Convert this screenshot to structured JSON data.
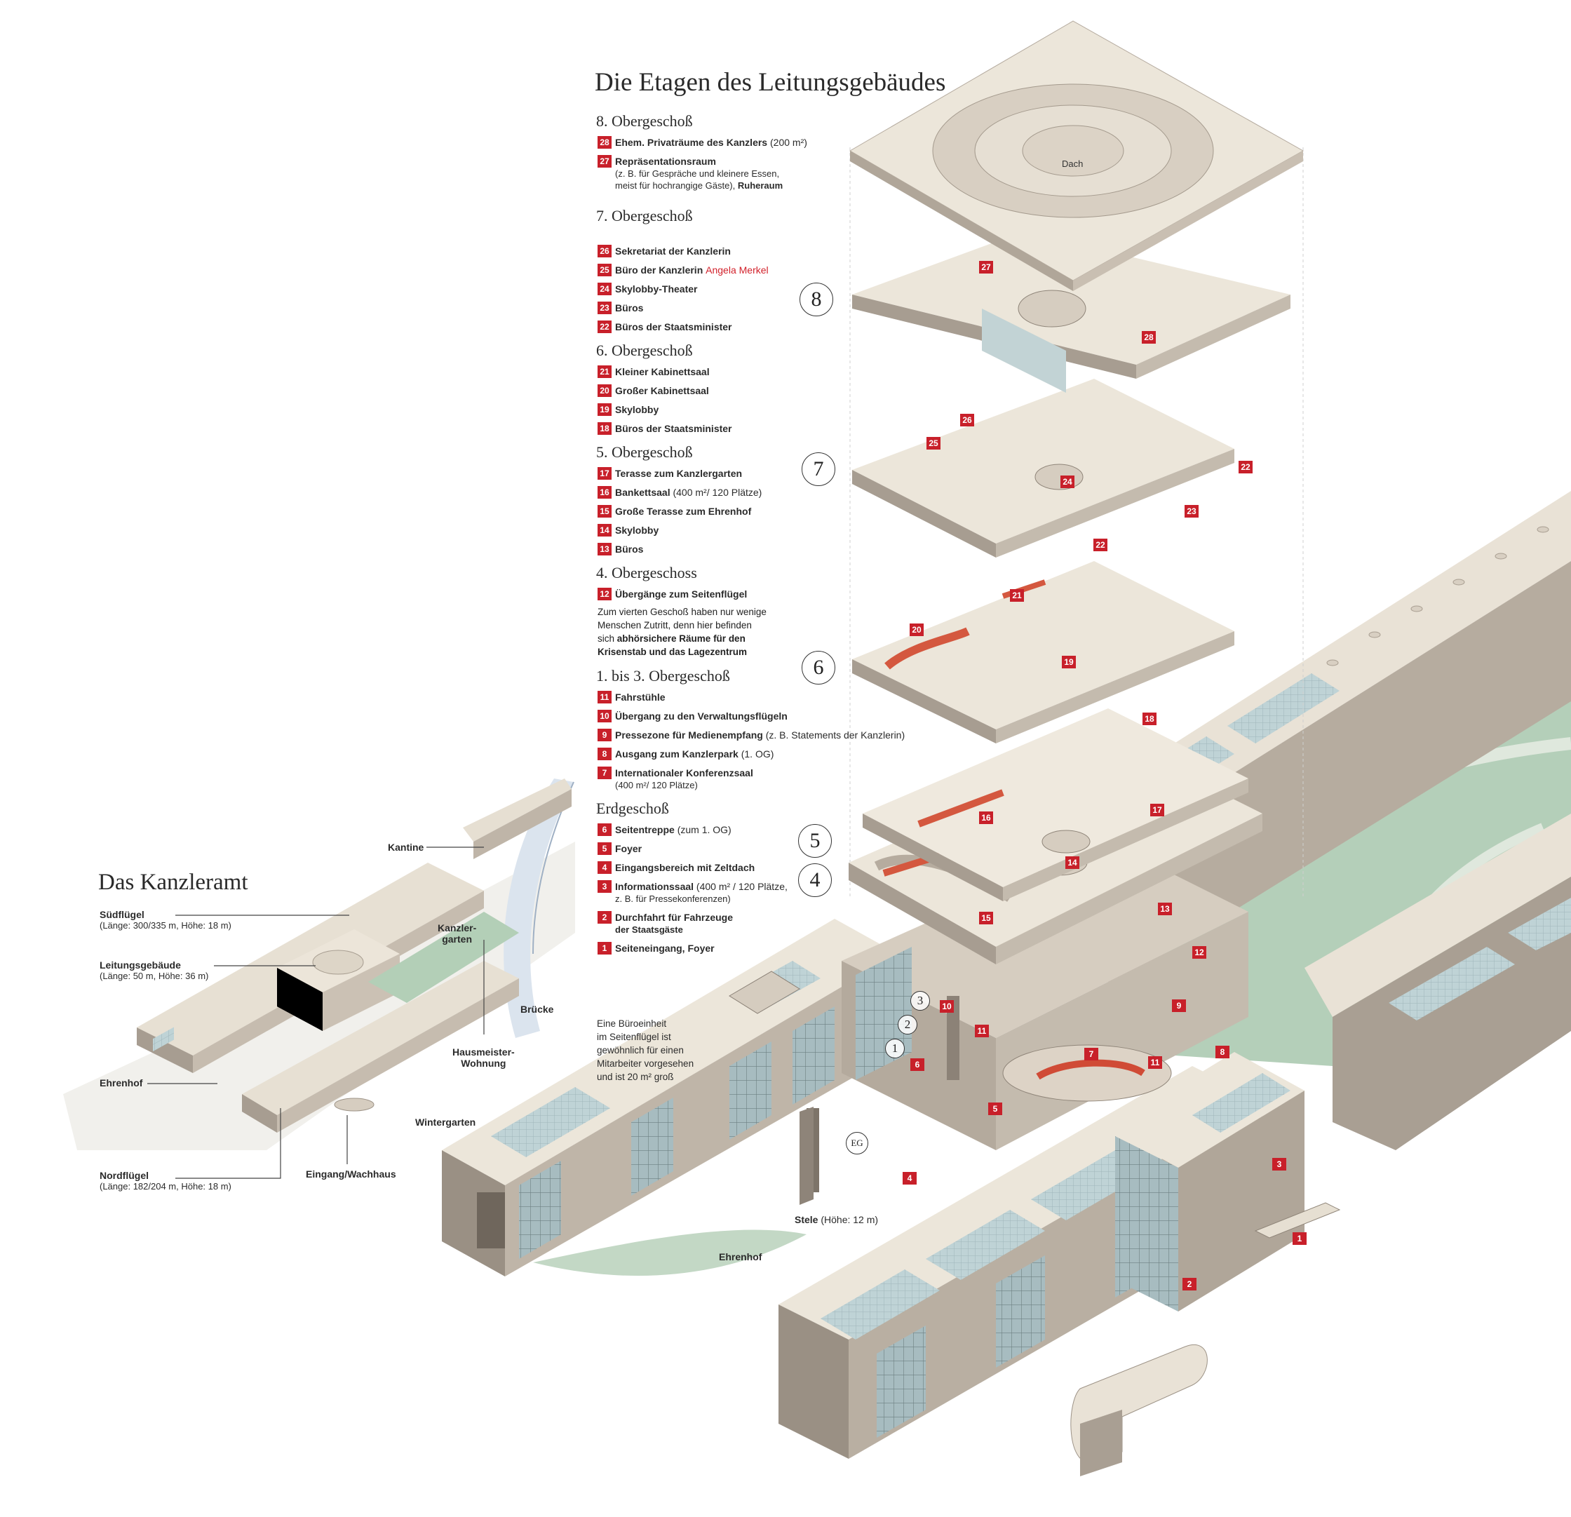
{
  "main_title": "Die Etagen des Leitungsgebäudes",
  "site_title": "Das Kanzleramt",
  "roof_label": "Dach",
  "floor_markers": [
    "8",
    "7",
    "6",
    "5",
    "4"
  ],
  "lower_floor_markers": [
    "3",
    "2",
    "1"
  ],
  "ground_marker": "EG",
  "floors": [
    {
      "heading": "8. Obergeschoß",
      "items": [
        {
          "num": "28",
          "label": "Ehem. Privaträume des Kanzlers",
          "extra": " (200 m²)"
        },
        {
          "num": "27",
          "label": "Repräsentationsraum",
          "sub1": "(z. B. für Gespräche und kleinere Essen,",
          "sub2": "meist für hochrangige Gäste),",
          "sub2b": " Ruheraum"
        }
      ]
    },
    {
      "heading": "7. Obergeschoß",
      "items": [
        {
          "num": "26",
          "label": "Sekretariat der Kanzlerin"
        },
        {
          "num": "25",
          "label": "Büro der Kanzlerin ",
          "red": "Angela Merkel"
        },
        {
          "num": "24",
          "label": "Skylobby-Theater"
        },
        {
          "num": "23",
          "label": "Büros"
        },
        {
          "num": "22",
          "label": "Büros der Staatsminister"
        }
      ]
    },
    {
      "heading": "6. Obergeschoß",
      "items": [
        {
          "num": "21",
          "label": "Kleiner Kabinettsaal"
        },
        {
          "num": "20",
          "label": "Großer Kabinettsaal"
        },
        {
          "num": "19",
          "label": "Skylobby"
        },
        {
          "num": "18",
          "label": "Büros der Staatsminister"
        }
      ]
    },
    {
      "heading": "5. Obergeschoß",
      "items": [
        {
          "num": "17",
          "label": "Terasse zum Kanzlergarten"
        },
        {
          "num": "16",
          "label": "Bankettsaal",
          "extra": " (400 m²/ 120 Plätze)"
        },
        {
          "num": "15",
          "label": "Große Terasse zum Ehrenhof"
        },
        {
          "num": "14",
          "label": "Skylobby"
        },
        {
          "num": "13",
          "label": "Büros"
        }
      ]
    },
    {
      "heading": "4. Obergeschoss",
      "items": [
        {
          "num": "12",
          "label": "Übergänge zum Seitenflügel"
        }
      ],
      "note": [
        "Zum vierten Geschoß haben nur wenige",
        "Menschen Zutritt, denn hier befinden",
        "sich ",
        "abhörsichere Räume für den",
        "Krisenstab und das Lagezentrum"
      ]
    },
    {
      "heading": "1. bis 3. Obergeschoß",
      "items": [
        {
          "num": "11",
          "label": "Fahrstühle"
        },
        {
          "num": "10",
          "label": "Übergang zu den Verwaltungsflügeln"
        },
        {
          "num": "9",
          "label": "Pressezone für Medienempfang",
          "extra": " (z. B. Statements der Kanzlerin)"
        },
        {
          "num": "8",
          "label": "Ausgang zum Kanzlerpark",
          "extra": " (1. OG)"
        },
        {
          "num": "7",
          "label": "Internationaler Konferenzsaal",
          "sub1": "(400 m²/ 120 Plätze)"
        }
      ]
    },
    {
      "heading": "Erdgeschoß",
      "items": [
        {
          "num": "6",
          "label": "Seitentreppe",
          "extra": " (zum 1. OG)"
        },
        {
          "num": "5",
          "label": "Foyer"
        },
        {
          "num": "4",
          "label": "Eingangsbereich mit Zeltdach"
        },
        {
          "num": "3",
          "label": "Informationssaal",
          "extra": " (400 m² / 120 Plätze,",
          "sub1": "z. B. für Pressekonferenzen)"
        },
        {
          "num": "2",
          "label": "Durchfahrt für Fahrzeuge",
          "sub1": "der Staatsgäste",
          "sub1bold": true
        },
        {
          "num": "1",
          "label": "Seiteneingang, Foyer"
        }
      ]
    }
  ],
  "site_labels": {
    "kantine": "Kantine",
    "suedfluegel": "Südflügel",
    "suedfluegel_sub": "(Länge: 300/335 m, Höhe: 18 m)",
    "leitung": "Leitungsgebäude",
    "leitung_sub": "(Länge: 50 m, Höhe: 36 m)",
    "kanzlergarten_1": "Kanzler-",
    "kanzlergarten_2": "garten",
    "bruecke": "Brücke",
    "hausmeister_1": "Hausmeister-",
    "hausmeister_2": "Wohnung",
    "ehrenhof": "Ehrenhof",
    "nordfluegel": "Nordflügel",
    "nordfluegel_sub": "(Länge: 182/204 m, Höhe: 18 m)",
    "eingang": "Eingang/Wachhaus"
  },
  "main_labels": {
    "bueroeinheit": [
      "Eine Büroeinheit",
      "im Seitenflügel ist",
      "gewöhnlich für einen",
      "Mitarbeiter vorgesehen",
      "und ist 20 m² groß"
    ],
    "wintergarten": "Wintergarten",
    "stele": "Stele",
    "stele_sub": " (Höhe: 12 m)",
    "ehrenhof": "Ehrenhof"
  },
  "colors": {
    "building_light": "#e9e2d6",
    "building_mid": "#cfc5b8",
    "building_dark": "#9e9488",
    "glass": "#b8cdd0",
    "lawn": "#a9c7ae",
    "accent_red": "#c8202a",
    "water": "#dfe7ee"
  }
}
